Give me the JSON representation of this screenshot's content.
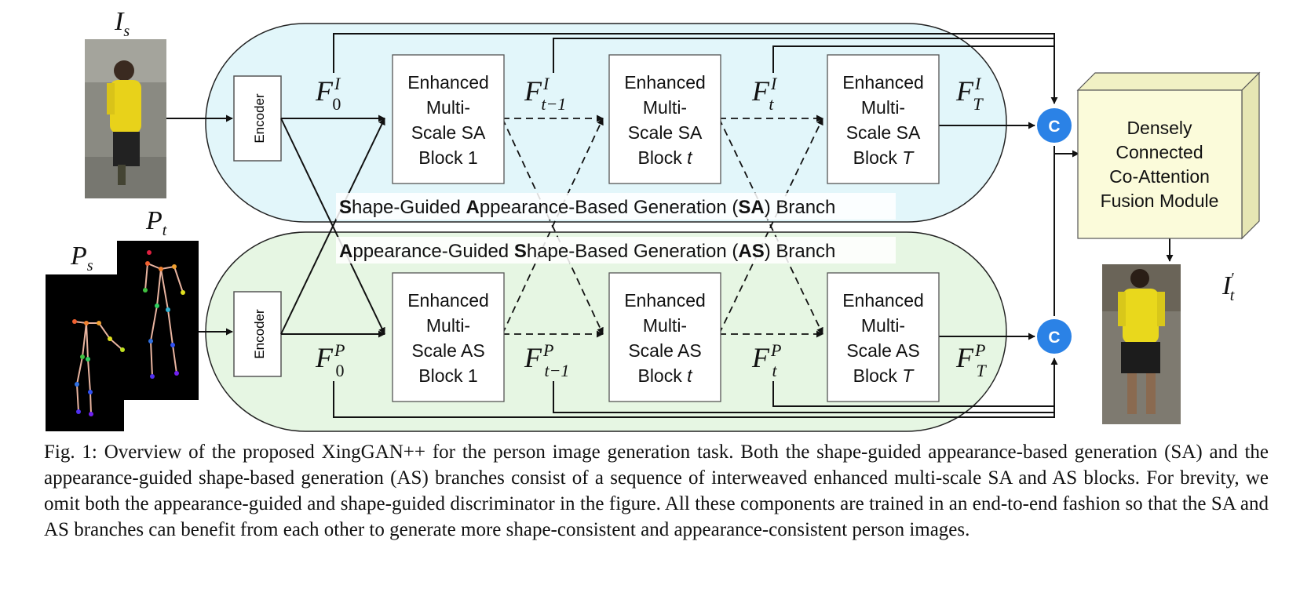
{
  "labels": {
    "source_image": "I",
    "source_image_sub": "s",
    "target_pose": "P",
    "target_pose_sub": "t",
    "source_pose": "P",
    "source_pose_sub": "s",
    "output_image": "I",
    "output_image_sub": "t",
    "output_image_prime": "′"
  },
  "encoders": {
    "top": "Encoder",
    "bottom": "Encoder"
  },
  "features": {
    "sa": [
      {
        "main": "F",
        "sup": "I",
        "sub": "0"
      },
      {
        "main": "F",
        "sup": "I",
        "sub": "t−1"
      },
      {
        "main": "F",
        "sup": "I",
        "sub": "t"
      },
      {
        "main": "F",
        "sup": "I",
        "sub": "T"
      }
    ],
    "as": [
      {
        "main": "F",
        "sup": "P",
        "sub": "0"
      },
      {
        "main": "F",
        "sup": "P",
        "sub": "t−1"
      },
      {
        "main": "F",
        "sup": "P",
        "sub": "t"
      },
      {
        "main": "F",
        "sup": "P",
        "sub": "T"
      }
    ]
  },
  "sa_blocks": [
    {
      "lines": [
        "Enhanced",
        "Multi-",
        "Scale SA",
        "Block 1"
      ]
    },
    {
      "lines": [
        "Enhanced",
        "Multi-",
        "Scale SA",
        "Block"
      ],
      "italic": "t"
    },
    {
      "lines": [
        "Enhanced",
        "Multi-",
        "Scale SA",
        "Block"
      ],
      "italic": "T"
    }
  ],
  "as_blocks": [
    {
      "lines": [
        "Enhanced",
        "Multi-",
        "Scale AS",
        "Block 1"
      ]
    },
    {
      "lines": [
        "Enhanced",
        "Multi-",
        "Scale AS",
        "Block"
      ],
      "italic": "t"
    },
    {
      "lines": [
        "Enhanced",
        "Multi-",
        "Scale AS",
        "Block"
      ],
      "italic": "T"
    }
  ],
  "branches": {
    "sa": {
      "b1": "S",
      "t1": "hape-Guided ",
      "b2": "A",
      "t2": "ppearance-Based Generation (",
      "b3": "SA",
      "t3": ") Branch"
    },
    "as": {
      "b1": "A",
      "t1": "ppearance-Guided ",
      "b2": "S",
      "t2": "hape-Based Generation (",
      "b3": "AS",
      "t3": ") Branch"
    }
  },
  "concat_symbol": "C",
  "fusion_module": [
    "Densely",
    "Connected",
    "Co-Attention",
    "Fusion Module"
  ],
  "colors": {
    "sa_branch_fill": "#e2f6fa",
    "as_branch_fill": "#e6f6e3",
    "concat_blue": "#2b82e6",
    "fusion_fill": "#fbfbda",
    "pose_background": "#000000"
  },
  "caption": "Fig. 1: Overview of the proposed XingGAN++ for the person image generation task. Both the shape-guided appearance-based generation (SA) and the appearance-guided shape-based generation (AS) branches consist of a sequence of interweaved enhanced multi-scale SA and AS blocks. For brevity, we omit both the appearance-guided and shape-guided discriminator in the figure. All these components are trained in an end-to-end fashion so that the SA and AS branches can benefit from each other to generate more shape-consistent and appearance-consistent person images."
}
